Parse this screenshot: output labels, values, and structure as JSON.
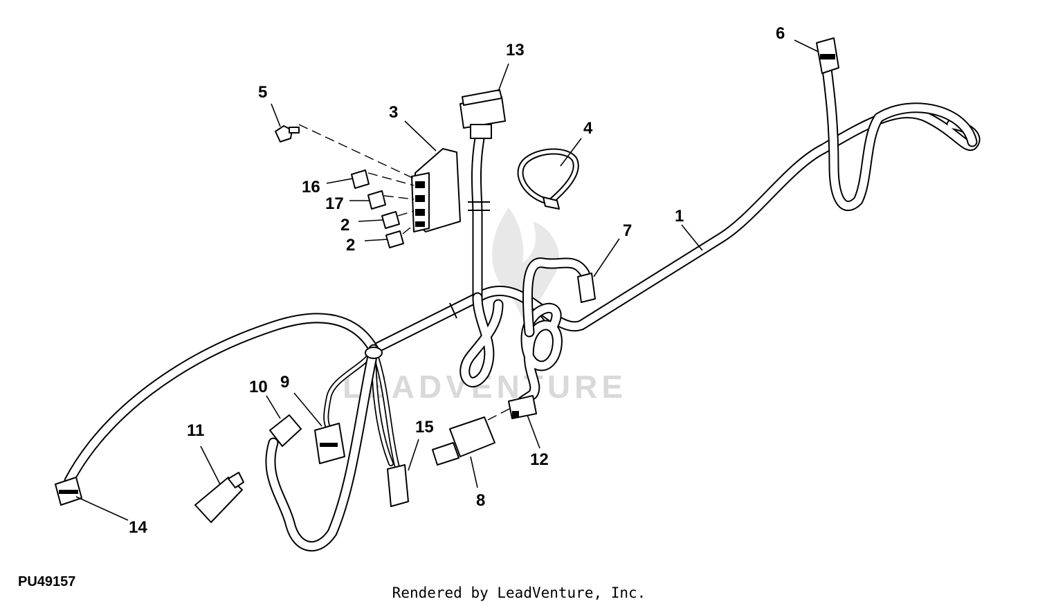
{
  "diagram_id": "PU49157",
  "credit": "Rendered by LeadVenture, Inc.",
  "watermark": "LEADVENTURE",
  "callouts": [
    "1",
    "2",
    "2",
    "3",
    "4",
    "5",
    "6",
    "7",
    "8",
    "9",
    "10",
    "11",
    "12",
    "13",
    "14",
    "15",
    "16",
    "17"
  ],
  "icons": {
    "watermark_logo": "flame-v-logo-icon"
  }
}
